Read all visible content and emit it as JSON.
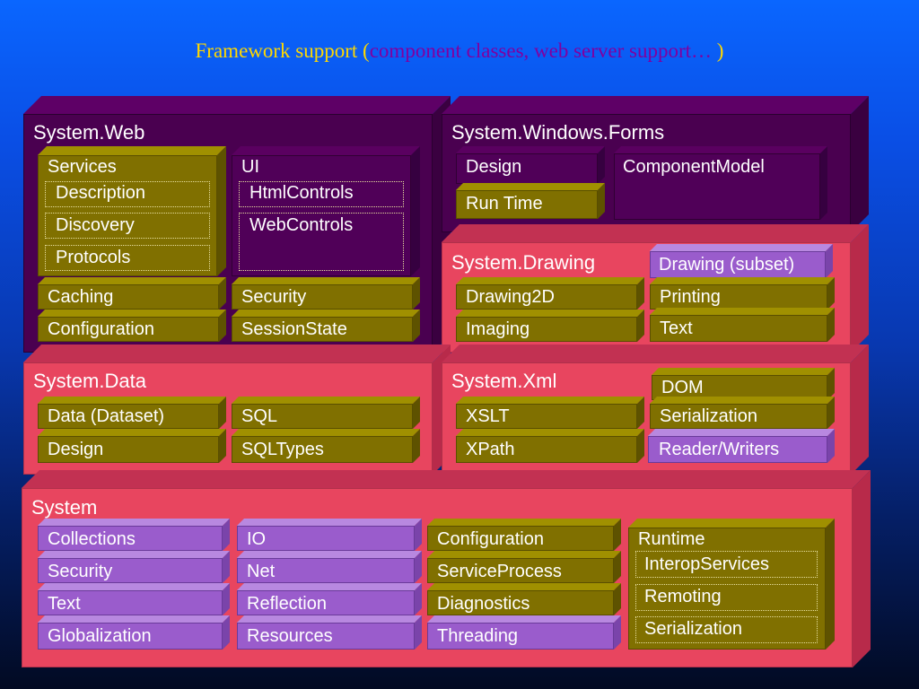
{
  "title": {
    "main": "Framework support ",
    "open": "(",
    "sub": "component classes, web server support… ",
    "close": ")"
  },
  "system_web": {
    "title": "System.Web",
    "services": "Services",
    "description": "Description",
    "discovery": "Discovery",
    "protocols": "Protocols",
    "ui": "UI",
    "htmlcontrols": "HtmlControls",
    "webcontrols": "WebControls",
    "caching": "Caching",
    "security": "Security",
    "configuration": "Configuration",
    "sessionstate": "SessionState"
  },
  "system_windows_forms": {
    "title": "System.Windows.Forms",
    "design": "Design",
    "componentmodel": "ComponentModel",
    "runtime": "Run Time"
  },
  "system_drawing": {
    "title": "System.Drawing",
    "subset": "Drawing (subset)",
    "drawing2d": "Drawing2D",
    "printing": "Printing",
    "imaging": "Imaging",
    "text": "Text"
  },
  "system_data": {
    "title": "System.Data",
    "dataset": "Data (Dataset)",
    "sql": "SQL",
    "design": "Design",
    "sqltypes": "SQLTypes"
  },
  "system_xml": {
    "title": "System.Xml",
    "dom": "DOM",
    "xslt": "XSLT",
    "serialization": "Serialization",
    "xpath": "XPath",
    "readerwriters": "Reader/Writers"
  },
  "system": {
    "title": "System",
    "collections": "Collections",
    "security": "Security",
    "text": "Text",
    "globalization": "Globalization",
    "io": "IO",
    "net": "Net",
    "reflection": "Reflection",
    "resources": "Resources",
    "configuration": "Configuration",
    "serviceprocess": "ServiceProcess",
    "diagnostics": "Diagnostics",
    "threading": "Threading",
    "runtime": "Runtime",
    "interopservices": "InteropServices",
    "remoting": "Remoting",
    "serialization": "Serialization"
  }
}
